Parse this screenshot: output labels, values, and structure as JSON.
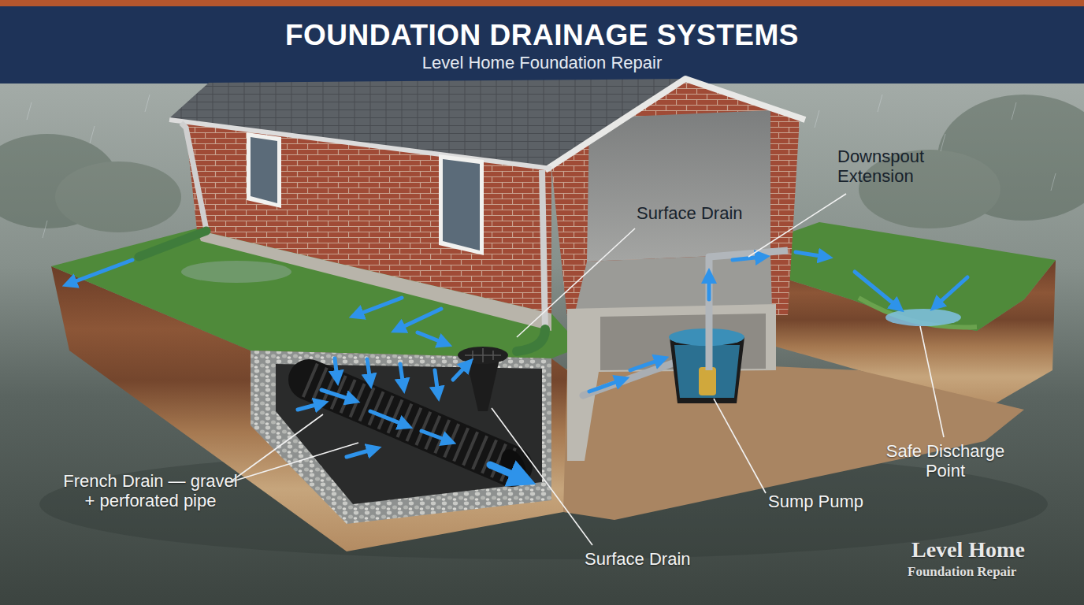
{
  "diagram": {
    "title": "FOUNDATION DRAINAGE SYSTEMS",
    "labels": [
      "Level Home Foundation Repair",
      "Downspout Extension",
      "Surface Drain",
      "French Drain — gravel + perforated pipe",
      "Surface Drain",
      "Sump Pump",
      "Safe Discharge Point",
      "Level Home",
      "Foundation Repair"
    ]
  }
}
